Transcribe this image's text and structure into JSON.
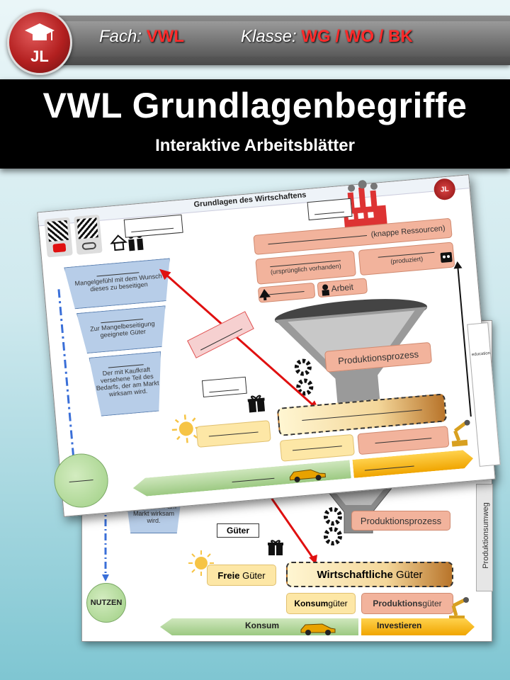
{
  "header": {
    "fach_label": "Fach:",
    "fach_value": "VWL",
    "klasse_label": "Klasse:",
    "klasse_value": "WG / WO / BK",
    "logo_text": "JL"
  },
  "title": "VWL Grundlagenbegriffe",
  "subtitle": "Interaktive Arbeitsblätter",
  "front_sheet": {
    "heading": "Grundlagen des Wirtschaftens",
    "knappe": "(knappe Ressourcen)",
    "urspruenglich": "(ursprünglich vorhanden)",
    "produziert": "(produziert)",
    "arbeit": "Arbeit",
    "trap1": "Mangelgefühl mit dem Wunsch dieses zu beseitigen",
    "trap2": "Zur Mangelbeseitigung geeignete Güter",
    "trap3": "Der mit Kaufkraft versehene Teil des Bedarfs, der am Markt wirksam wird.",
    "produktionsprozess": "Produktionsprozess",
    "education_tag": "education"
  },
  "back_sheet": {
    "trap_partial": "Bedarfs, der am Markt wirksam wird.",
    "produktionsprozess": "Produktionsprozess",
    "gueter": "Güter",
    "freie_bold": "Freie",
    "freie_rest": " Güter",
    "wirtschaftliche_bold": "Wirtschaftliche",
    "wirtschaftliche_rest": " Güter",
    "konsum_bold": "Konsum",
    "konsum_rest": "güter",
    "produktion_bold": "Produktions",
    "produktion_rest": "güter",
    "konsum": "Konsum",
    "investieren": "Investieren",
    "nutzen": "NUTZEN",
    "produktionsumweg": "Produktionsumweg"
  },
  "colors": {
    "accent_red": "#ff2b2b",
    "salmon": "#f2b39c",
    "arrow_red": "#e01010"
  }
}
